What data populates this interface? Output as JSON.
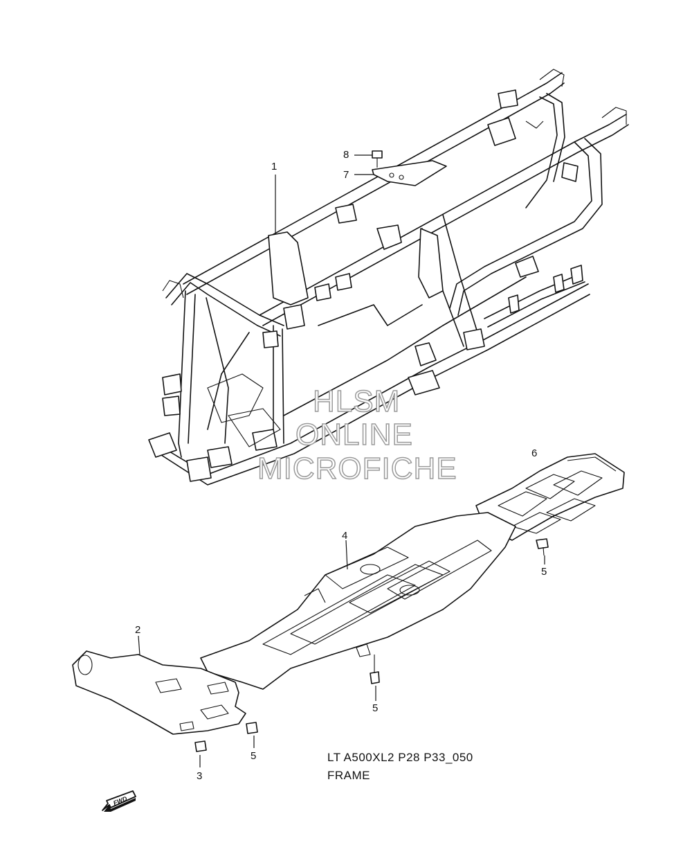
{
  "callouts": {
    "c1": "1",
    "c2": "2",
    "c3": "3",
    "c4": "4",
    "c5a": "5",
    "c5b": "5",
    "c5c": "5",
    "c6": "6",
    "c7": "7",
    "c8": "8"
  },
  "watermark": {
    "line1": "HLSM",
    "line2": "ONLINE",
    "line3": "MICROFICHE"
  },
  "caption": {
    "code": "LT A500XL2 P28 P33_050",
    "title": "FRAME"
  },
  "fwd_label": "FWD"
}
